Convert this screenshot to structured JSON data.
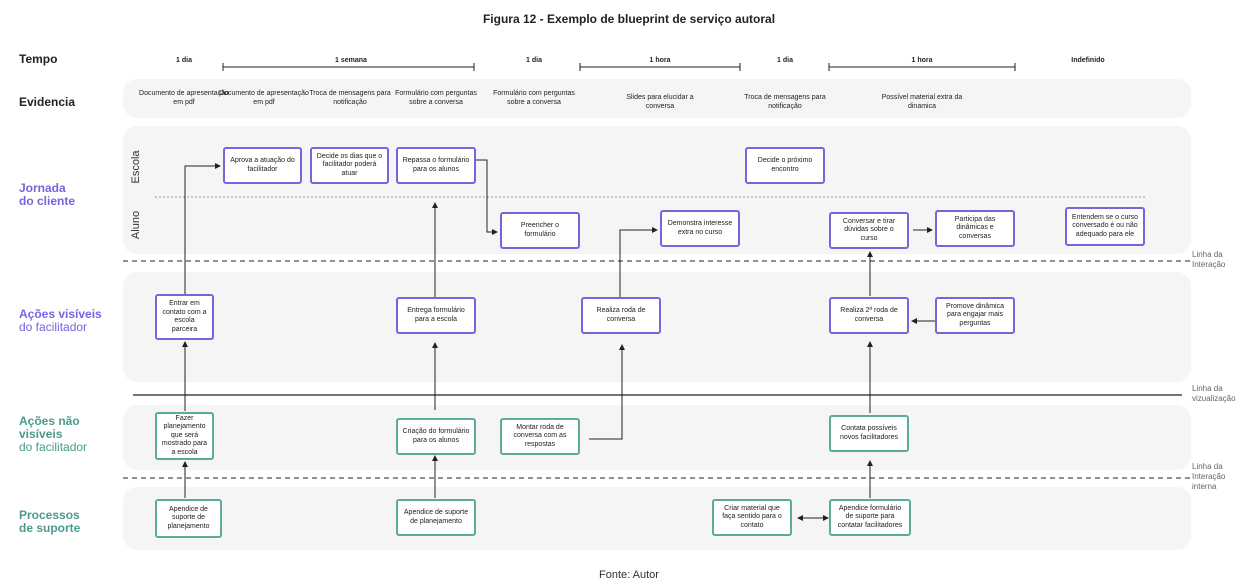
{
  "title": "Figura 12 - Exemplo de blueprint de serviço autoral",
  "row_labels": {
    "tempo": "Tempo",
    "evidencia": "Evidencia",
    "jornada_1": "Jornada",
    "jornada_2": "do cliente",
    "visiveis_1": "Ações visíveis",
    "visiveis_2": "do facilitador",
    "nao_visiveis_1": "Ações não",
    "nao_visiveis_2": "visíveis",
    "nao_visiveis_3": "do facilitador",
    "suporte_1": "Processos",
    "suporte_2": "de suporte"
  },
  "sub_lanes": {
    "escola": "Escola",
    "aluno": "Aluno"
  },
  "time": [
    "1 dia",
    "1 semana",
    "1 dia",
    "1 hora",
    "1 dia",
    "1 hora",
    "Indefinido"
  ],
  "evidence": [
    "Documento de apresentação em pdf",
    "Documento de apresentação em pdf",
    "Troca de mensagens para notificação",
    "Formulário com perguntas sobre a conversa",
    "Formulário com perguntas sobre a conversa",
    "Slides para elucidar a conversa",
    "Troca de mensagens para notificação",
    "Possível material extra da dinamica"
  ],
  "escola_boxes": [
    "Aprova a atuação do facilitador",
    "Decide os dias que o facilitador poderá atuar",
    "Repassa o formulário para os alunos",
    "Decide o próximo encontro"
  ],
  "aluno_boxes": [
    "Preencher o formulário",
    "Demonstra interesse extra no curso",
    "Conversar e tirar dúvidas sobre o curso",
    "Participa das dinâmicas e conversas",
    "Entendem se o curso conversado é ou não adequado para ele"
  ],
  "visible_boxes": [
    "Entrar em contato com a escola parceira",
    "Entrega formulário para a escola",
    "Realiza roda de conversa",
    "Realiza 2ª roda de conversa",
    "Promove dinâmica para engajar mais perguntas"
  ],
  "invisible_boxes": [
    "Fazer planejamento que será mostrado para a escola",
    "Criação do formulário para os alunos",
    "Montar roda de conversa com as respostas",
    "Contata possíveis novos facilitadores"
  ],
  "support_boxes": [
    "Apendice de suporte de planejamento",
    "Apendice de suporte de planejamento",
    "Criar material que faça sentido para o contato",
    "Apendice formulário de suporte para contatar facilitadores"
  ],
  "line_labels": {
    "interacao_1": "Linha da",
    "interacao_2": "Interação",
    "visualizacao_1": "Linha da",
    "visualizacao_2": "vizualização",
    "interna_1": "Linha da",
    "interna_2": "Interação",
    "interna_3": "interna"
  },
  "source": "Fonte: Autor",
  "colors": {
    "purple": "#7466df",
    "teal": "#5aab9c",
    "panel": "#f5f5f5"
  }
}
